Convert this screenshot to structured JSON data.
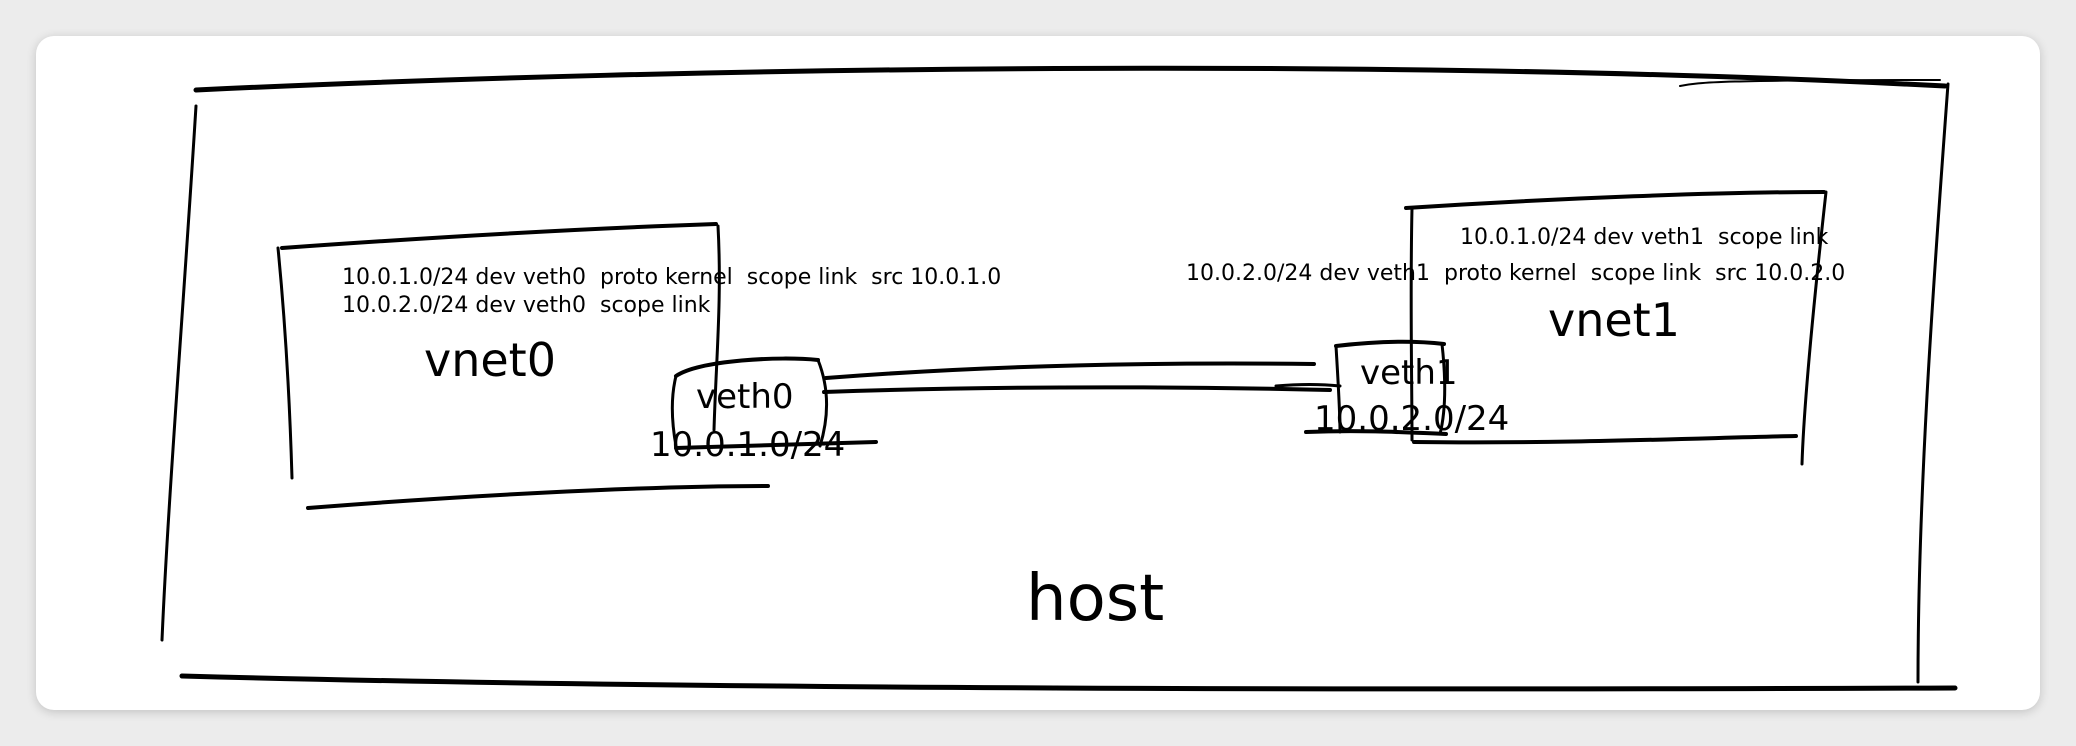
{
  "host": {
    "label": "host"
  },
  "vnet0": {
    "label": "vnet0",
    "route_1": "10.0.1.0/24 dev veth0  proto kernel  scope link  src 10.0.1.0",
    "route_2": "10.0.2.0/24 dev veth0  scope link"
  },
  "vnet1": {
    "label": "vnet1",
    "route_1": "10.0.1.0/24 dev veth1  scope link",
    "route_2": "10.0.2.0/24 dev veth1  proto kernel  scope link  src 10.0.2.0"
  },
  "veth0": {
    "label": "veth0",
    "subnet": "10.0.1.0/24"
  },
  "veth1": {
    "label": "veth1",
    "subnet": "10.0.2.0/24"
  }
}
